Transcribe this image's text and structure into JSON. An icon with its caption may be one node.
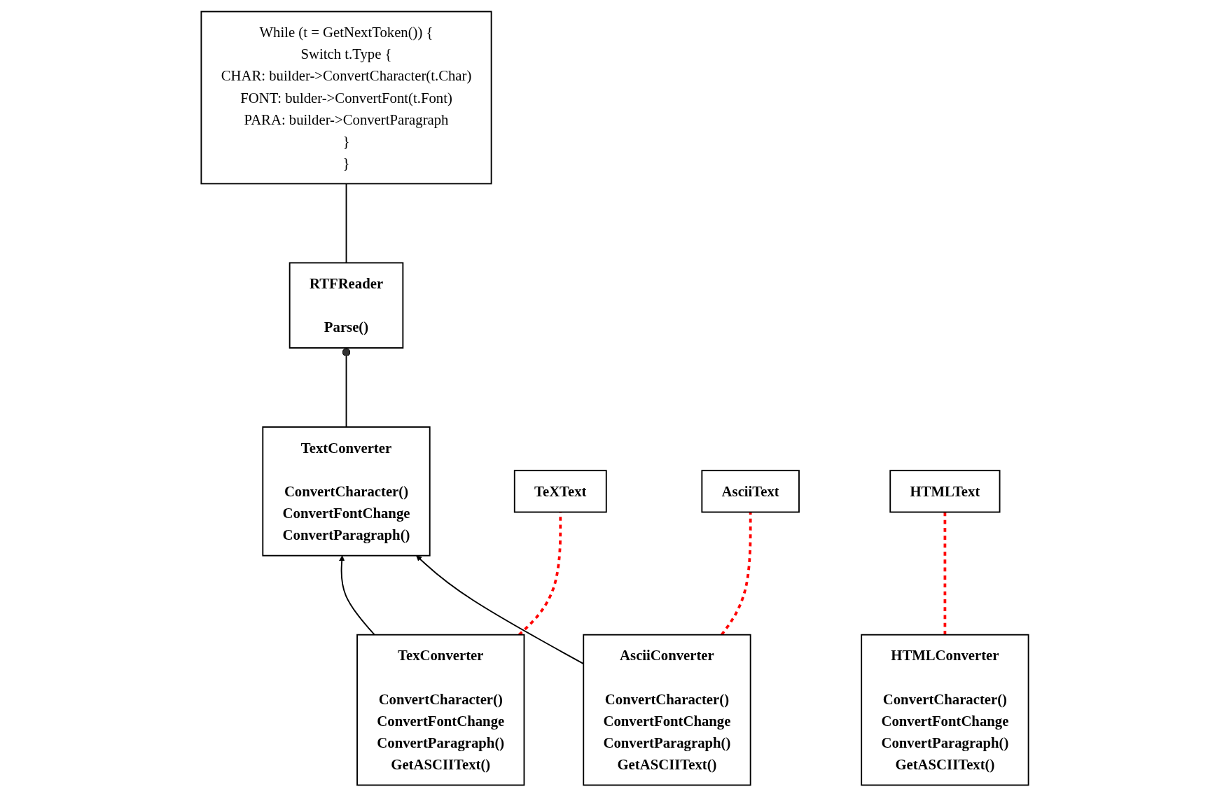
{
  "diagram": {
    "nodes": [
      {
        "text": [
          "RTFReader",
          "Parse()"
        ]
      },
      {
        "text": [
          "While (t = GetNextToken()) {",
          "Switch t.Type {",
          "CHAR: builder->ConvertCharacter(t.Char)",
          "FONT: bulder->ConvertFont(t.Font)",
          "PARA: builder->ConvertParagraph",
          "}",
          "}"
        ]
      },
      {
        "text": [
          "TextConverter",
          "ConvertCharacter()",
          "ConvertFontChange",
          "ConvertParagraph()"
        ]
      },
      {
        "text": [
          "TexConverter",
          "ConvertCharacter()",
          "ConvertFontChange",
          "ConvertParagraph()",
          "GetASCIIText()"
        ]
      },
      {
        "text": [
          "AsciiConverter",
          "ConvertCharacter()",
          "ConvertFontChange",
          "ConvertParagraph()",
          "GetASCIIText()"
        ]
      },
      {
        "text": [
          "HTMLConverter",
          "ConvertCharacter()",
          "ConvertFontChange",
          "ConvertParagraph()",
          "GetASCIIText()"
        ]
      },
      {
        "text": [
          "TeXText"
        ]
      },
      {
        "text": [
          "AsciiText"
        ]
      },
      {
        "text": [
          "HTMLText"
        ]
      }
    ],
    "edges": [
      {
        "from": 2,
        "to": 0,
        "arrow": "other"
      },
      {
        "from": 0,
        "to": 1,
        "arrow": "none"
      },
      {
        "from": 3,
        "to": 2,
        "arrow": "to"
      },
      {
        "from": 4,
        "to": 2,
        "arrow": "to"
      },
      {
        "from": 3,
        "to": 6,
        "arrow": "none",
        "style": "dashed",
        "color": "#ff0000"
      },
      {
        "from": 4,
        "to": 7,
        "arrow": "none",
        "style": "dashed",
        "color": "#ff0000"
      },
      {
        "from": 5,
        "to": 8,
        "arrow": "none",
        "style": "dashed",
        "color": "#ff0000"
      }
    ]
  }
}
